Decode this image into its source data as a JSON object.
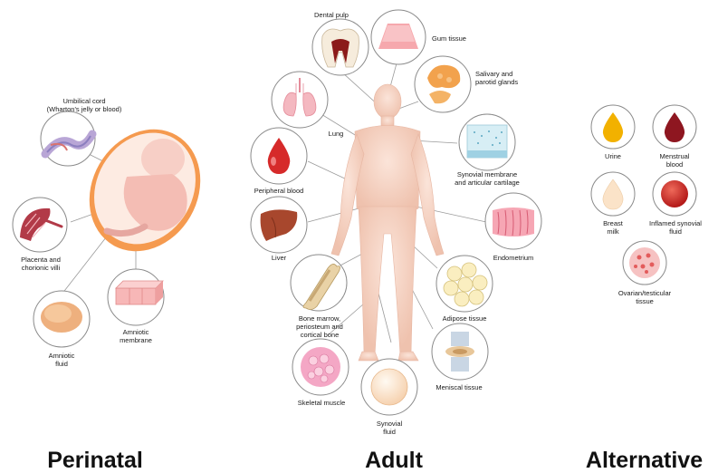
{
  "section_titles": {
    "perinatal": "Perinatal",
    "adult": "Adult",
    "alternative": "Alternative"
  },
  "perinatal_labels": {
    "umbilical_cord": "Umbilical cord\n(Wharton's jelly or blood)",
    "placenta": "Placenta and\nchorionic villi",
    "amniotic_fluid": "Amniotic\nfluid",
    "amniotic_membrane": "Amniotic\nmembrane"
  },
  "adult_labels": {
    "dental_pulp": "Dental pulp",
    "gum_tissue": "Gum tissue",
    "salivary": "Salivary and\nparotid glands",
    "lung": "Lung",
    "peripheral_blood": "Peripheral blood",
    "synovial_membrane": "Synovial membrane\nand articular cartilage",
    "liver": "Liver",
    "endometrium": "Endometrium",
    "bone_marrow": "Bone marrow,\nperiosteum and\ncortical bone",
    "adipose": "Adipose tissue",
    "skeletal_muscle": "Skeletal muscle",
    "meniscal": "Meniscal tissue",
    "synovial_fluid": "Synovial\nfluid"
  },
  "alternative_labels": {
    "urine": "Urine",
    "menstrual_blood": "Menstrual\nblood",
    "breast_milk": "Breast\nmilk",
    "inflamed_synovial": "Inflamed synovial\nfluid",
    "ovarian": "Ovarian/testicular\ntissue"
  },
  "icons": [
    "umbilical-cord-icon",
    "placenta-icon",
    "amniotic-fluid-icon",
    "amniotic-membrane-icon",
    "fetus-icon",
    "dental-pulp-icon",
    "gum-tissue-icon",
    "salivary-gland-icon",
    "lung-icon",
    "blood-drop-icon",
    "cartilage-icon",
    "liver-icon",
    "endometrium-icon",
    "bone-icon",
    "adipose-icon",
    "skeletal-muscle-icon",
    "meniscus-icon",
    "synovial-fluid-icon",
    "human-body-icon",
    "urine-drop-icon",
    "menstrual-blood-drop-icon",
    "milk-drop-icon",
    "synovial-cell-icon",
    "ovarian-tissue-icon"
  ],
  "colors": {
    "circle_stroke": "#8a8a8a",
    "body": "#f5d3c4",
    "blood": "#d62a2a",
    "urine": "#f2b100",
    "menstrual": "#8e1620",
    "milk": "#fbe3c8"
  }
}
